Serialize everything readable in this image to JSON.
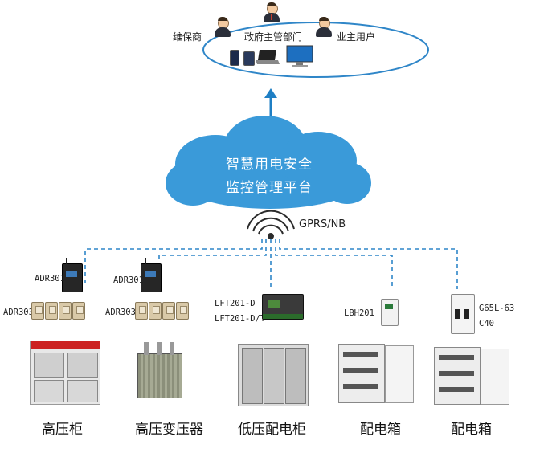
{
  "top": {
    "maintainer": "维保商",
    "government": "政府主管部门",
    "owner": "业主用户"
  },
  "cloud": {
    "line1": "智慧用电安全",
    "line2": "监控管理平台"
  },
  "network": "GPRS/NB",
  "devices": {
    "adr301_a": "ADR301",
    "adr301_b": "ADR301",
    "adr303_a": "ADR303",
    "adr303_b": "ADR303",
    "lft_d": "LFT201-D",
    "lft_dt": "LFT201-D/T",
    "lbh": "LBH201",
    "g65": "G65L-63",
    "c40": "C40"
  },
  "equipment": {
    "hv_cabinet": "高压柜",
    "hv_transformer": "高压变压器",
    "lv_cabinet": "低压配电柜",
    "dist_box_1": "配电箱",
    "dist_box_2": "配电箱"
  },
  "colors": {
    "cloud": "#3a9ad9",
    "line": "#2f86c8",
    "arrow": "#1f7fc4"
  }
}
